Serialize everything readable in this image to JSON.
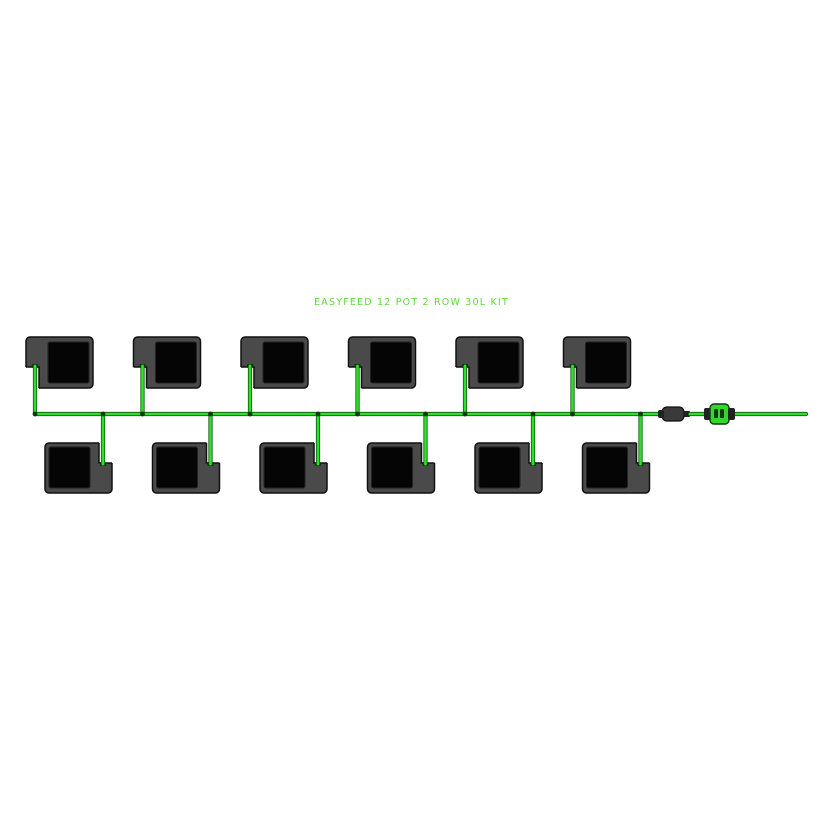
{
  "title": "EASYFEED 12 POT 2 ROW 30L KIT",
  "colors": {
    "pipe": "#2fe02a",
    "pipe_outline": "#0b5a0b",
    "pot_body": "#4a4a4a",
    "pot_outline": "#111111",
    "pot_well": "#050505",
    "fitting": "#3a3a3a",
    "valve": "#37d62e"
  },
  "system": {
    "top_row_pots": 6,
    "bottom_row_pots": 6,
    "rows": 2,
    "pot_volume": "30L"
  },
  "icons": {
    "pot": "pot-icon",
    "connector": "connector-icon",
    "valve": "valve-icon"
  }
}
